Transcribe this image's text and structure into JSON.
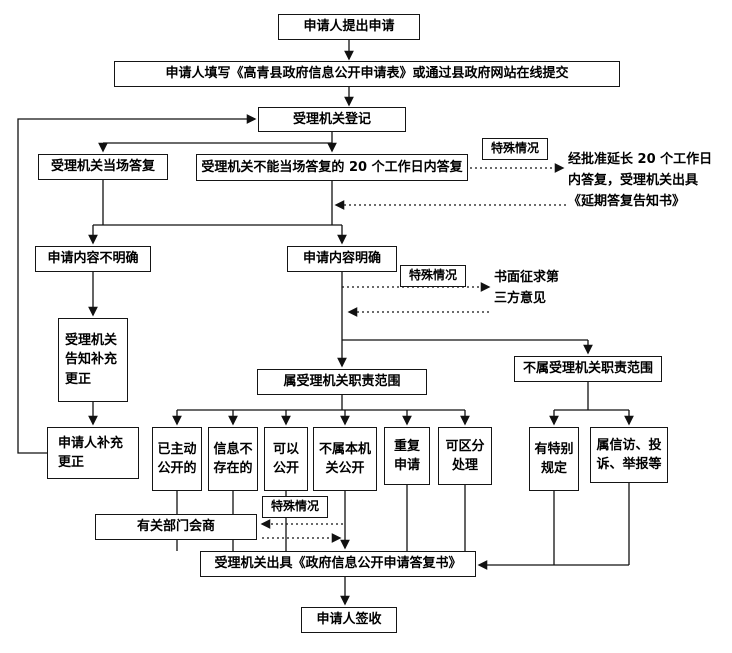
{
  "colors": {
    "background": "#ffffff",
    "line": "#111111",
    "box_border": "#151515",
    "text": "#000000"
  },
  "nodes": {
    "apply": "申请人提出申请",
    "fill_form": "申请人填写《高青县政府信息公开申请表》或通过县政府网站在线提交",
    "register": "受理机关登记",
    "onspot_reply": "受理机关当场答复",
    "within_20_days": "受理机关不能当场答复的 20 个工作日内答复",
    "special_case_1": "特殊情况",
    "extension": "经批准延长 20 个工作日内答复，受理机关出具《延期答复告知书》",
    "content_unclear": "申请内容不明确",
    "content_clear": "申请内容明确",
    "special_case_2": "特殊情况",
    "third_party_opinion": "书面征求第三方意见",
    "notify_supplement": "受理机关告知补充更正",
    "applicant_supplement": "申请人补充更正",
    "in_scope": "属受理机关职责范围",
    "out_of_scope": "不属受理机关职责范围",
    "already_public": "已主动公开的",
    "info_not_exist": "信息不存在的",
    "can_disclose": "可以公开",
    "not_this_org": "不属本机关公开",
    "repeated_request": "重复申请",
    "separable_handling": "可区分处理",
    "special_provision": "有特别规定",
    "petition_complaint": "属信访、投诉、举报等",
    "special_case_3": "特殊情况",
    "dept_consult": "有关部门会商",
    "issue_reply": "受理机关出具《政府信息公开申请答复书》",
    "sign_receipt": "申请人签收"
  }
}
